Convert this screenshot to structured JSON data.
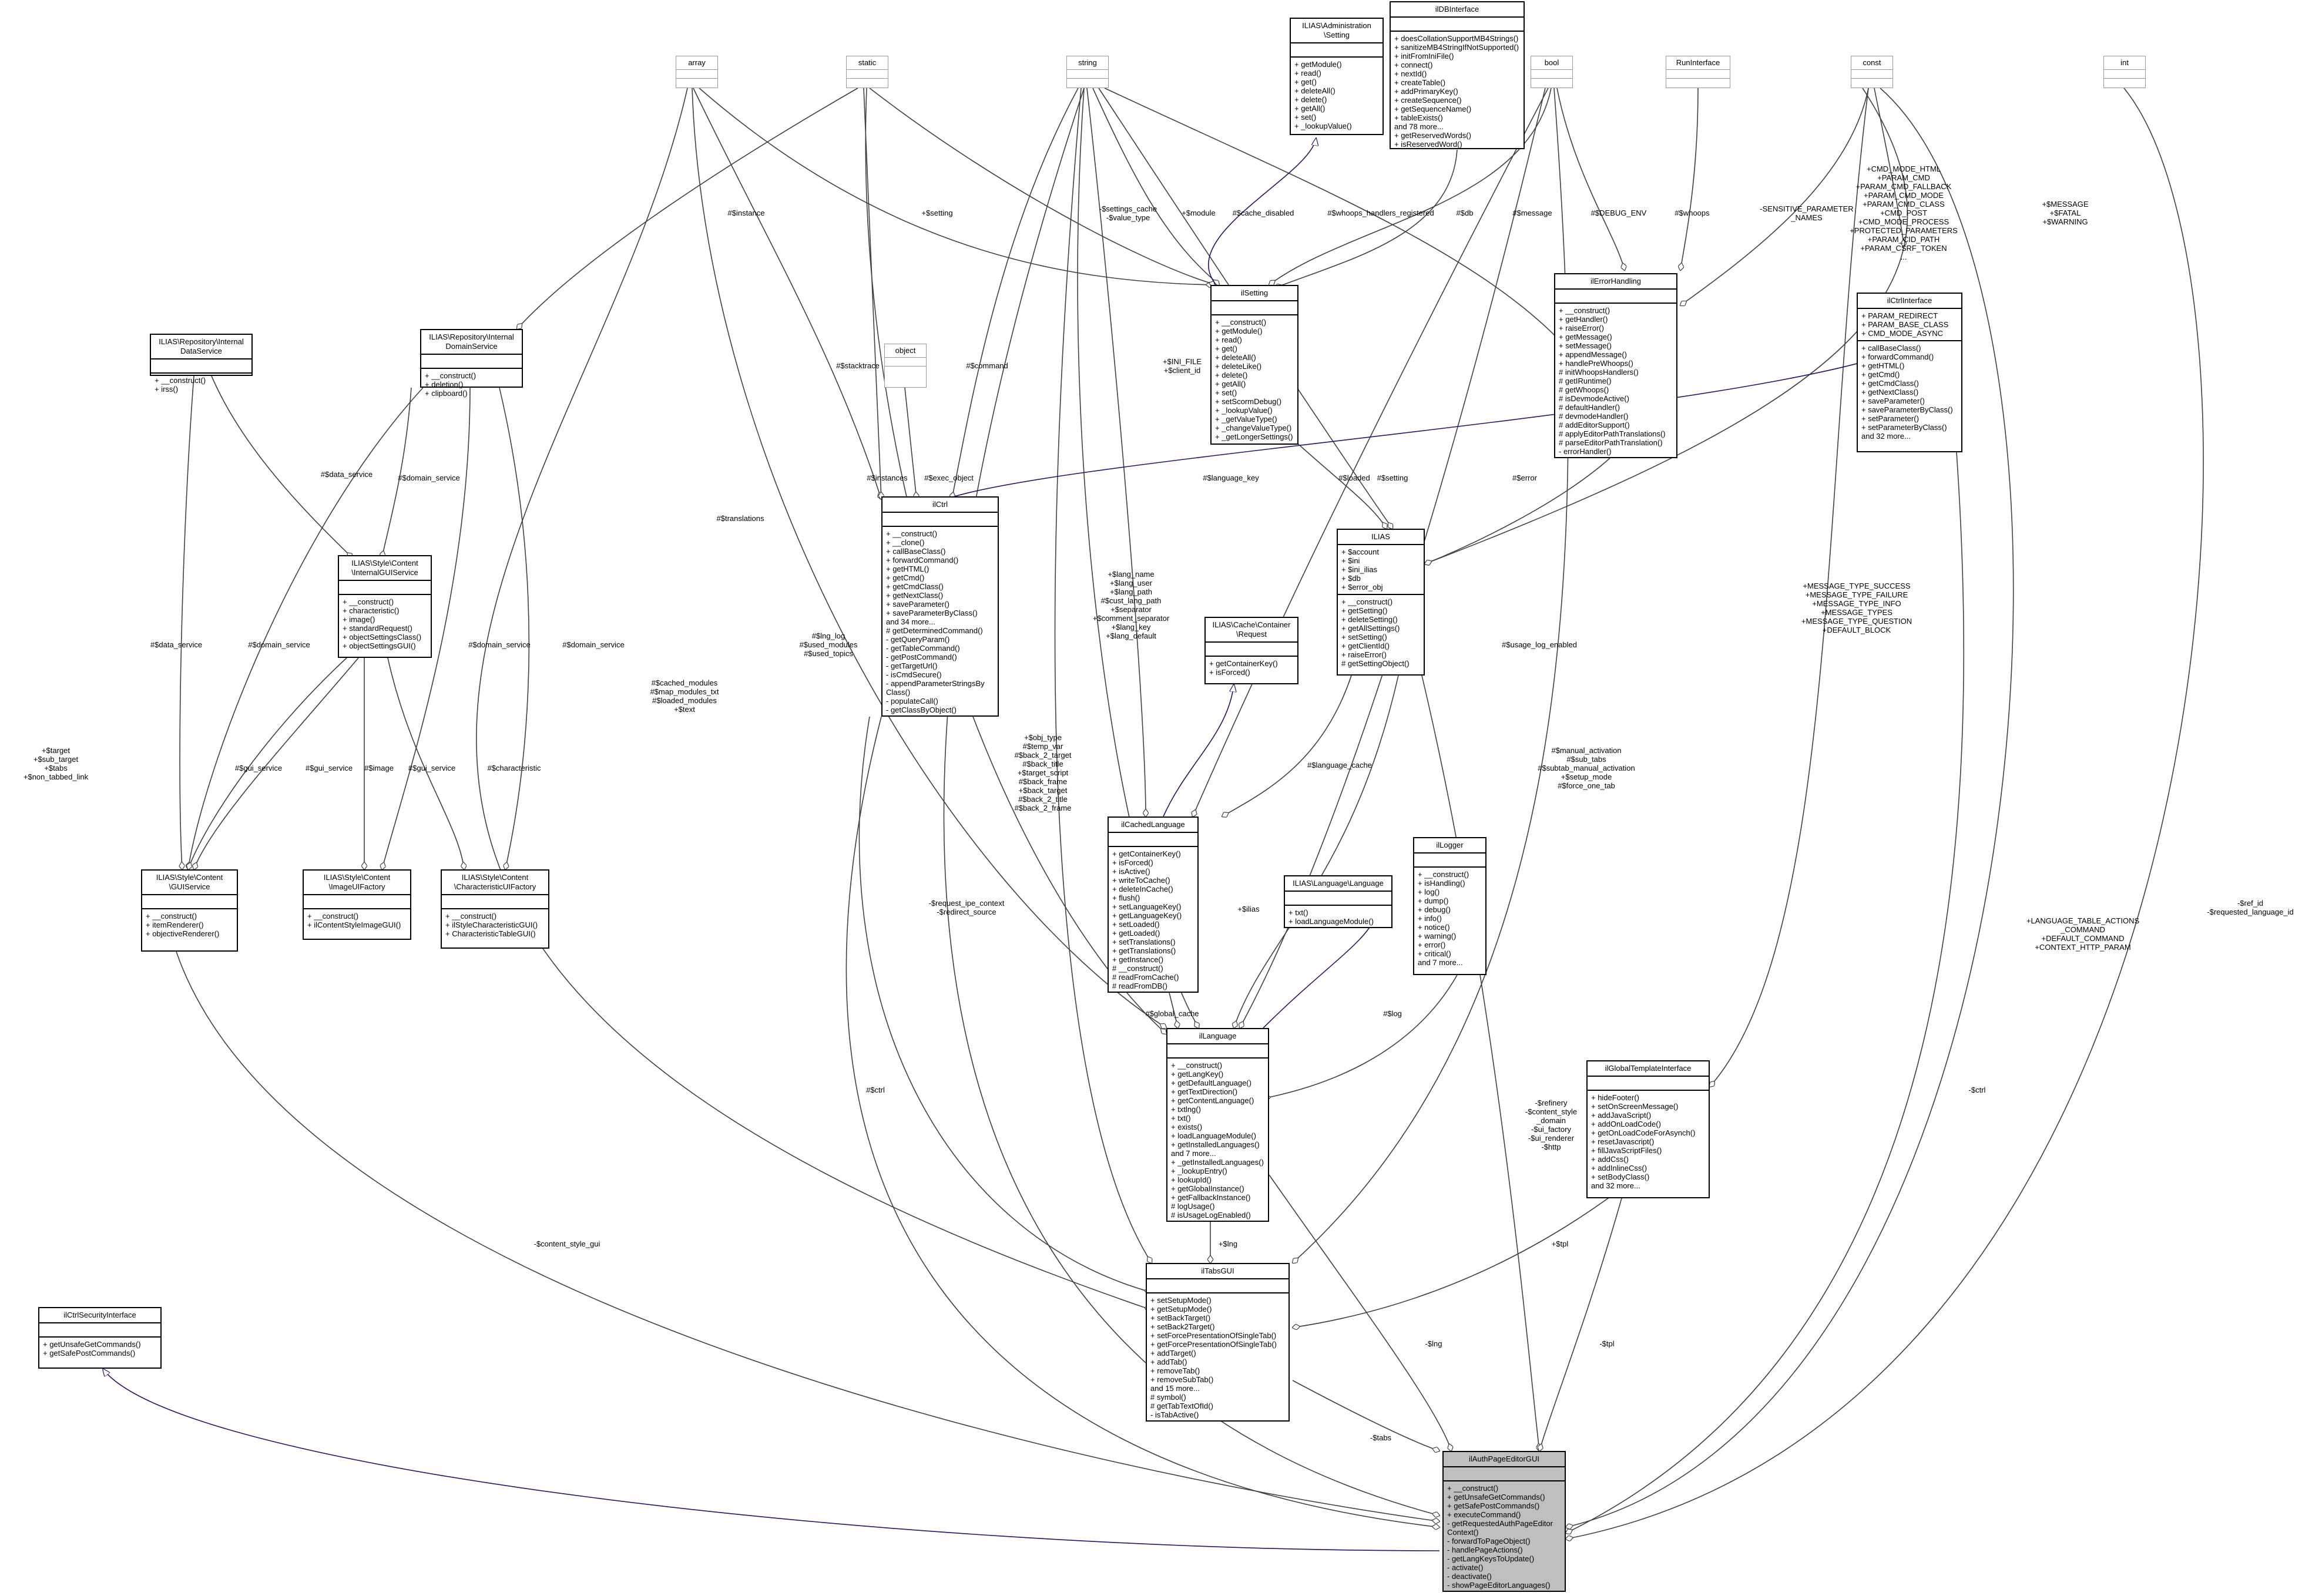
{
  "primitives": [
    {
      "name": "array"
    },
    {
      "name": "static"
    },
    {
      "name": "string"
    },
    {
      "name": "bool"
    },
    {
      "name": "RunInterface"
    },
    {
      "name": "const"
    },
    {
      "name": "int"
    },
    {
      "name": "object"
    }
  ],
  "classes": {
    "setting_iface": {
      "title": "ILIAS\\Administration\n\\Setting",
      "attrs": "",
      "ops": "+ getModule()\n+ read()\n+ get()\n+ deleteAll()\n+ delete()\n+ getAll()\n+ set()\n+ _lookupValue()"
    },
    "dbinterface": {
      "title": "ilDBInterface",
      "attrs": "",
      "ops": "+ doesCollationSupportMB4Strings()\n+ sanitizeMB4StringIfNotSupported()\n+ initFromIniFile()\n+ connect()\n+ nextId()\n+ createTable()\n+ addPrimaryKey()\n+ createSequence()\n+ getSequenceName()\n+ tableExists()\nand 78 more...\n+ getReservedWords()\n+ isReservedWord()"
    },
    "errorhandling": {
      "title": "ilErrorHandling",
      "attrs": "",
      "ops": "+ __construct()\n+ getHandler()\n+ raiseError()\n+ getMessage()\n+ setMessage()\n+ appendMessage()\n+ handlePreWhoops()\n# initWhoopsHandlers()\n# getIRuntime()\n# getWhoops()\n# isDevmodeActive()\n# defaultHandler()\n# devmodeHandler()\n# addEditorSupport()\n# applyEditorPathTranslations()\n# parseEditorPathTranslation()\n- errorHandler()"
    },
    "ctrlinterface": {
      "title": "ilCtrlInterface",
      "attrs": "+ PARAM_REDIRECT\n+ PARAM_BASE_CLASS\n+ CMD_MODE_ASYNC",
      "ops": "+ callBaseClass()\n+ forwardCommand()\n+ getHTML()\n+ getCmd()\n+ getCmdClass()\n+ getNextClass()\n+ saveParameter()\n+ saveParameterByClass()\n+ setParameter()\n+ setParameterByClass()\nand 32 more..."
    },
    "ilsetting": {
      "title": "ilSetting",
      "attrs": "",
      "ops": "+ __construct()\n+ getModule()\n+ read()\n+ get()\n+ deleteAll()\n+ deleteLike()\n+ delete()\n+ getAll()\n+ set()\n+ setScormDebug()\n+ _lookupValue()\n+ _getValueType()\n+ _changeValueType()\n+ _getLongerSettings()"
    },
    "repo_data": {
      "title": "ILIAS\\Repository\\Internal\nDataService",
      "attrs": "",
      "ops": "+ __construct()\n+ irss()"
    },
    "repo_domain": {
      "title": "ILIAS\\Repository\\Internal\nDomainService",
      "attrs": "",
      "ops": "+ __construct()\n+ deletion()\n+ clipboard()"
    },
    "internal_gui": {
      "title": "ILIAS\\Style\\Content\n\\InternalGUIService",
      "attrs": "",
      "ops": "+ __construct()\n+ characteristic()\n+ image()\n+ standardRequest()\n+ objectSettingsClass()\n+ objectSettingsGUI()"
    },
    "ilctrl": {
      "title": "ilCtrl",
      "attrs": "",
      "ops": "+ __construct()\n+ __clone()\n+ callBaseClass()\n+ forwardCommand()\n+ getHTML()\n+ getCmd()\n+ getCmdClass()\n+ getNextClass()\n+ saveParameter()\n+ saveParameterByClass()\nand 34 more...\n# getDeterminedCommand()\n- getQueryParam()\n- getTableCommand()\n- getPostCommand()\n- getTargetUrl()\n- isCmdSecure()\n- appendParameterStringsBy\nClass()\n- populateCall()\n- getClassByObject()"
    },
    "ilias": {
      "title": "ILIAS",
      "attrs": "+ $account\n+ $ini\n+ $ini_ilias\n+ $db\n+ $error_obj",
      "ops": "+ __construct()\n+ getSetting()\n+ deleteSetting()\n+ getAllSettings()\n+ setSetting()\n+ getClientId()\n+ raiseError()\n# getSettingObject()"
    },
    "cache_request": {
      "title": "ILIAS\\Cache\\Container\n\\Request",
      "attrs": "",
      "ops": "+ getContainerKey()\n+ isForced()"
    },
    "cachedlanguage": {
      "title": "ilCachedLanguage",
      "attrs": "",
      "ops": "+ getContainerKey()\n+ isForced()\n+ isActive()\n+ writeToCache()\n+ deleteInCache()\n+ flush()\n+ setLanguageKey()\n+ getLanguageKey()\n+ setLoaded()\n+ getLoaded()\n+ setTranslations()\n+ getTranslations()\n+ getInstance()\n# __construct()\n# readFromCache()\n# readFromDB()"
    },
    "gui_service": {
      "title": "ILIAS\\Style\\Content\n\\GUIService",
      "attrs": "",
      "ops": "+ __construct()\n+ itemRenderer()\n+ objectiveRenderer()"
    },
    "image_factory": {
      "title": "ILIAS\\Style\\Content\n\\ImageUIFactory",
      "attrs": "",
      "ops": "+ __construct()\n+ ilContentStyleImageGUI()"
    },
    "char_factory": {
      "title": "ILIAS\\Style\\Content\n\\CharacteristicUIFactory",
      "attrs": "",
      "ops": "+ __construct()\n+ ilStyleCharacteristicGUI()\n+ CharacteristicTableGUI()"
    },
    "lang_iface": {
      "title": "ILIAS\\Language\\Language",
      "attrs": "",
      "ops": "+ txt()\n+ loadLanguageModule()"
    },
    "illogger": {
      "title": "ilLogger",
      "attrs": "",
      "ops": "+ __construct()\n+ isHandling()\n+ log()\n+ dump()\n+ debug()\n+ info()\n+ notice()\n+ warning()\n+ error()\n+ critical()\nand 7 more..."
    },
    "illanguage": {
      "title": "ilLanguage",
      "attrs": "",
      "ops": "+ __construct()\n+ getLangKey()\n+ getDefaultLanguage()\n+ getTextDirection()\n+ getContentLanguage()\n+ txtlng()\n+ txt()\n+ exists()\n+ loadLanguageModule()\n+ getInstalledLanguages()\nand 7 more...\n+ _getInstalledLanguages()\n+ _lookupEntry()\n+ lookupId()\n+ getGlobalInstance()\n+ getFallbackInstance()\n# logUsage()\n# isUsageLogEnabled()"
    },
    "globaltemplate": {
      "title": "ilGlobalTemplateInterface",
      "attrs": "",
      "ops": "+ hideFooter()\n+ setOnScreenMessage()\n+ addJavaScript()\n+ addOnLoadCode()\n+ getOnLoadCodeForAsynch()\n+ resetJavascript()\n+ fillJavaScriptFiles()\n+ addCss()\n+ addInlineCss()\n+ setBodyClass()\nand 32 more..."
    },
    "ctrlsecurity": {
      "title": "ilCtrlSecurityInterface",
      "attrs": "",
      "ops": "+ getUnsafeGetCommands()\n+ getSafePostCommands()"
    },
    "tabsgui": {
      "title": "ilTabsGUI",
      "attrs": "",
      "ops": "+ setSetupMode()\n+ getSetupMode()\n+ setBackTarget()\n+ setBack2Target()\n+ setForcePresentationOfSingleTab()\n+ getForcePresentationOfSingleTab()\n+ addTarget()\n+ addTab()\n+ removeTab()\n+ removeSubTab()\nand 15 more...\n# symbol()\n# getTabTextOfId()\n- isTabActive()"
    },
    "authpage": {
      "title": "ilAuthPageEditorGUI",
      "attrs": "",
      "ops": "+ __construct()\n+ getUnsafeGetCommands()\n+ getSafePostCommands()\n+ executeCommand()\n- getRequestedAuthPageEditor\nContext()\n- forwardToPageObject()\n- handlePageActions()\n- getLangKeysToUpdate()\n- activate()\n- deactivate()\n- showPageEditorLanguages()"
    }
  },
  "labels": {
    "instance": "#$instance",
    "setting1": "+$setting",
    "settings_cache": "-$settings_cache\n-$value_type",
    "module": "+$module",
    "cache_disabled": "#$cache_disabled",
    "whoops_reg": "#$whoops_handlers_registered",
    "db": "#$db",
    "message": "#$message",
    "debug_env": "#$DEBUG_ENV",
    "whoops": "#$whoops",
    "sensitive": "-SENSITIVE_PARAMETER\n_NAMES",
    "ctrl_consts": "+CMD_MODE_HTML\n+PARAM_CMD\n+PARAM_CMD_FALLBACK\n+PARAM_CMD_MODE\n+PARAM_CMD_CLASS\n+CMD_POST\n+CMD_MODE_PROCESS\n+PROTECTED_PARAMETERS\n+PARAM_CID_PATH\n+PARAM_CSRF_TOKEN\n...",
    "message_levels": "+$MESSAGE\n+$FATAL\n+$WARNING",
    "stacktrace": "#$stacktrace",
    "command": "#$command",
    "ini_file": "+$INI_FILE\n+$client_id",
    "data_service": "#$data_service",
    "domain_service_a": "#$domain_service",
    "instances": "#$instances",
    "exec_object": "#$exec_object",
    "language_key": "#$language_key",
    "loaded": "#$loaded",
    "setting2": "#$setting",
    "error": "#$error",
    "translations": "#$translations",
    "lng_log": "#$lng_log\n#$used_modules\n#$used_topics",
    "lang_fields": "+$lang_name\n+$lang_user\n+$lang_path\n#$cust_lang_path\n+$separator\n+$comment_separator\n+$lang_key\n+$lang_default",
    "data_service2": "#$data_service",
    "domain_service_b": "#$domain_service",
    "domain_service_c": "#$domain_service",
    "domain_service_d": "#$domain_service",
    "usage_log": "#$usage_log_enabled",
    "msg_types": "+MESSAGE_TYPE_SUCCESS\n+MESSAGE_TYPE_FAILURE\n+MESSAGE_TYPE_INFO\n+MESSAGE_TYPES\n+MESSAGE_TYPE_QUESTION\n+DEFAULT_BLOCK",
    "cached_modules": "#$cached_modules\n#$map_modules_txt\n#$loaded_modules\n+$text",
    "obj_type": "+$obj_type\n#$temp_var\n#$back_2_target\n#$back_title\n+$target_script\n#$back_frame\n+$back_target\n#$back_2_title\n#$back_2_frame",
    "language_cache": "#$language_cache",
    "tab_flags": "#$manual_activation\n#$sub_tabs\n#$subtab_manual_activation\n+$setup_mode\n#$force_one_tab",
    "targets": "+$target\n+$sub_target\n+$tabs\n+$non_tabbed_link",
    "gui_service1": "#$gui_service",
    "gui_service2": "#$gui_service",
    "image": "#$image",
    "gui_service3": "#$gui_service",
    "characteristic": "#$characteristic",
    "ilias_ref": "+$ilias",
    "request_ipe": "-$request_ipe_context\n-$redirect_source",
    "global_cache": "#$global_cache",
    "log": "#$log",
    "lang_table": "+LANGUAGE_TABLE_ACTIONS\n_COMMAND\n+DEFAULT_COMMAND\n+CONTEXT_HTTP_PARAM",
    "ref_id": "-$ref_id\n-$requested_language_id",
    "refinery": "-$refinery\n-$content_style\n_domain\n-$ui_factory\n-$ui_renderer\n-$http",
    "ctrl1": "-$ctrl",
    "ctrl2": "#$ctrl",
    "lng1": "+$lng",
    "tpl1": "+$tpl",
    "content_style_gui": "-$content_style_gui",
    "lng2": "-$lng",
    "tpl2": "-$tpl",
    "tabs": "-$tabs"
  }
}
